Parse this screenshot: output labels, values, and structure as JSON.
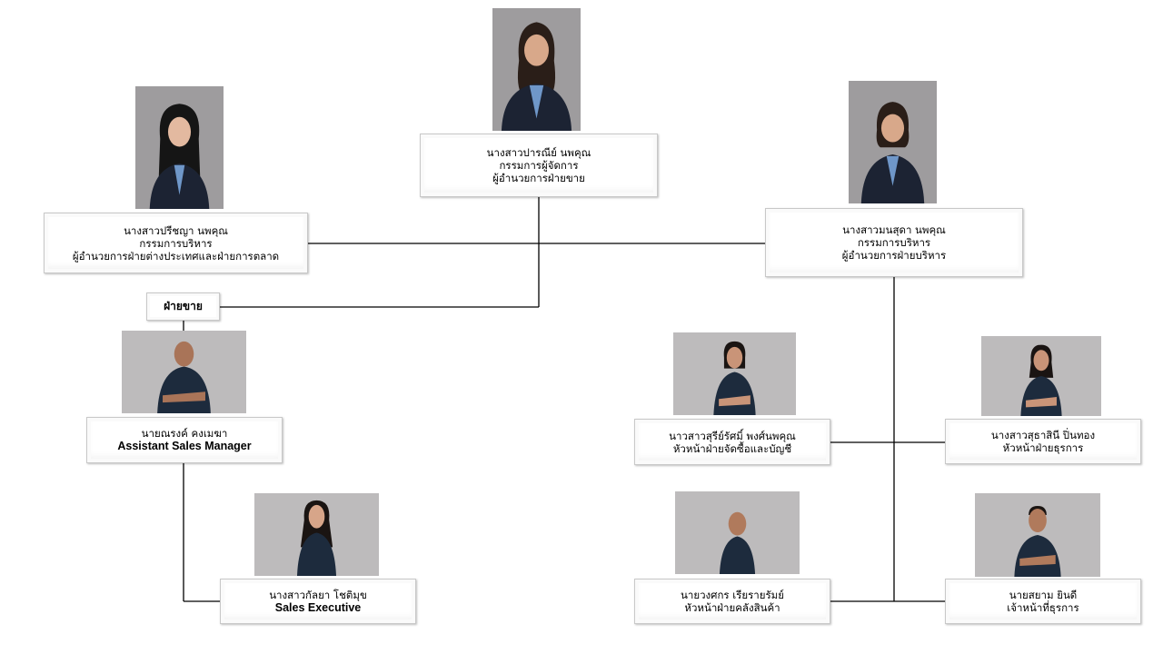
{
  "people": {
    "center": {
      "name": "นางสาวปารณีย์  นพคุณ",
      "title1": "กรรมการผู้จัดการ",
      "title2": "ผู้อำนวยการฝ่ายขาย"
    },
    "left": {
      "name": "นางสาวปรีชญา  นพคุณ",
      "title1": "กรรมการบริหาร",
      "title2": "ผู้อำนวยการฝ่ายต่างประเทศและฝ่ายการตลาด"
    },
    "right": {
      "name": "นางสาวมนสุดา  นพคุณ",
      "title1": "กรรมการบริหาร",
      "title2": "ผู้อำนวยการฝ่ายบริหาร"
    },
    "asm": {
      "name": "นายณรงค์  คงเมฆา",
      "title": "Assistant   Sales Manager"
    },
    "se": {
      "name": "นางสาวกัลยา  โชติมุข",
      "title": "Sales Executive"
    },
    "purchasing": {
      "name": "นาวสาวสุรีย์รัศมิ์  พงศ์นพคุณ",
      "title": "หัวหน้าฝ่ายจัดซื้อและบัญชี"
    },
    "admin_head": {
      "name": "นางสาวสุธาสินี  ปิ่นทอง",
      "title": "หัวหน้าฝ่ายธุรการ"
    },
    "warehouse": {
      "name": "นายวงศกร  เรียรายรัมย์",
      "title": "หัวหน้าฝ่ายคลังสินค้า"
    },
    "admin_staff": {
      "name": "นายสยาม  ยินดี",
      "title": "เจ้าหน้าที่ธุรการ"
    }
  },
  "department_label": "ฝ่ายขาย",
  "colors": {
    "line": "#000000",
    "photo_bg_dark": "#9e9c9e",
    "photo_bg_light": "#bdbbbc",
    "suit": "#1c2333",
    "shirt": "#6f97c9",
    "polo": "#1d2b3d"
  }
}
